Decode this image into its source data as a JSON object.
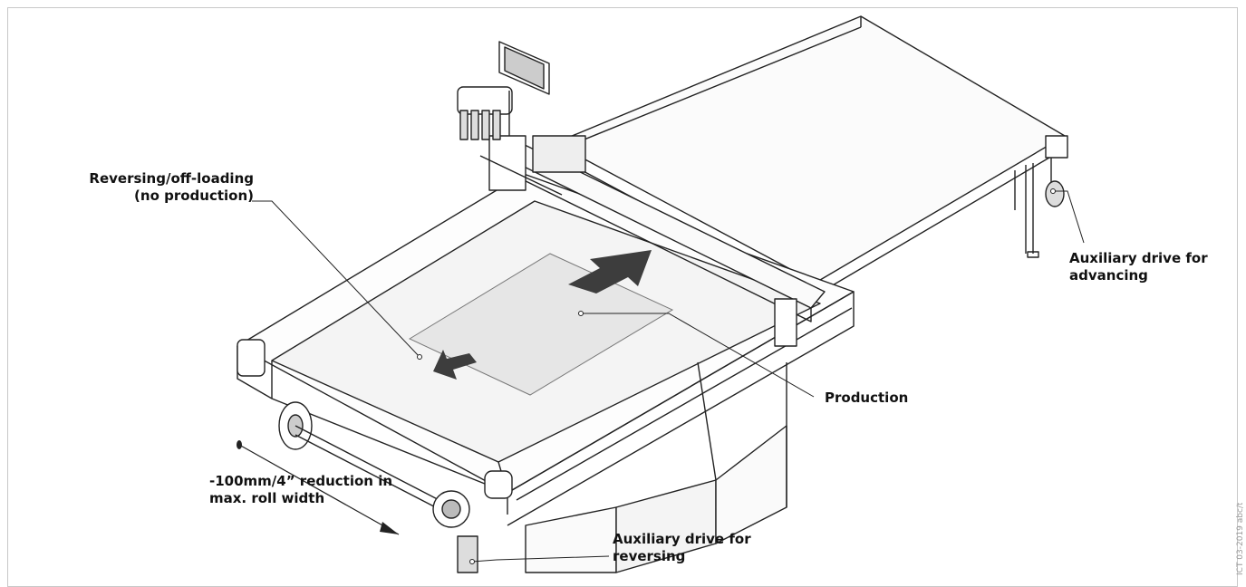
{
  "labels": {
    "reversing_line1": "Reversing/off-loading",
    "reversing_line2": "(no production)",
    "production": "Production",
    "aux_advancing_line1": "Auxiliary drive for",
    "aux_advancing_line2": "advancing",
    "aux_reversing_line1": "Auxiliary drive for",
    "aux_reversing_line2": "reversing",
    "reduction_line1": "-100mm/4” reduction in",
    "reduction_line2": "max. roll width"
  },
  "side_code": "ICT 03-2019 abc/tms",
  "colors": {
    "production_area": "#e6e6e6",
    "arrow": "#3d3d3d",
    "line": "#222222"
  }
}
